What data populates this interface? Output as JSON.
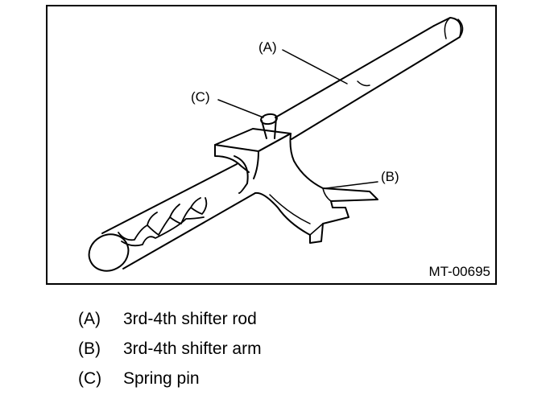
{
  "callouts": {
    "a": "(A)",
    "b": "(B)",
    "c": "(C)"
  },
  "figure_id": "MT-00695",
  "legend": [
    {
      "key": "(A)",
      "text": "3rd-4th shifter rod"
    },
    {
      "key": "(B)",
      "text": "3rd-4th shifter arm"
    },
    {
      "key": "(C)",
      "text": "Spring pin"
    }
  ]
}
